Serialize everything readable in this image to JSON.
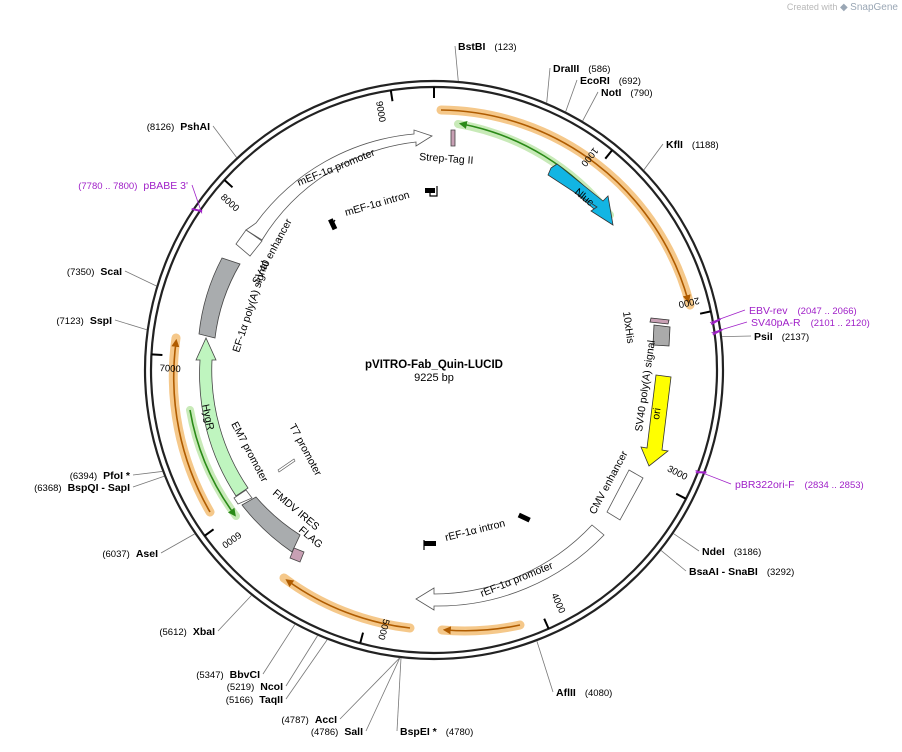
{
  "credit": {
    "prefix": "Created with",
    "brand": "SnapGene"
  },
  "plasmid": {
    "name": "pVITRO-Fab_Quin-LUCID",
    "length_label": "9225 bp",
    "length": 9225
  },
  "ticks": [
    {
      "pos": 1000,
      "label": "1000"
    },
    {
      "pos": 2000,
      "label": "2000"
    },
    {
      "pos": 3000,
      "label": "3000"
    },
    {
      "pos": 4000,
      "label": "4000"
    },
    {
      "pos": 5000,
      "label": "5000"
    },
    {
      "pos": 6000,
      "label": "6000"
    },
    {
      "pos": 7000,
      "label": "7000"
    },
    {
      "pos": 8000,
      "label": "8000"
    },
    {
      "pos": 9000,
      "label": "9000"
    }
  ],
  "sites": [
    {
      "id": "bstbi",
      "name": "BstBI",
      "pos": 123,
      "pos_label": "(123)",
      "side": "right"
    },
    {
      "id": "draiii",
      "name": "DraIII",
      "pos": 586,
      "pos_label": "(586)",
      "side": "right"
    },
    {
      "id": "ecori",
      "name": "EcoRI",
      "pos": 692,
      "pos_label": "(692)",
      "side": "right"
    },
    {
      "id": "noti",
      "name": "NotI",
      "pos": 790,
      "pos_label": "(790)",
      "side": "right"
    },
    {
      "id": "kfli",
      "name": "KflI",
      "pos": 1188,
      "pos_label": "(1188)",
      "side": "right"
    },
    {
      "id": "psii",
      "name": "PsiI",
      "pos": 2137,
      "pos_label": "(2137)",
      "side": "right"
    },
    {
      "id": "ndei",
      "name": "NdeI",
      "pos": 3186,
      "pos_label": "(3186)",
      "side": "right"
    },
    {
      "id": "bsaai",
      "name": "BsaAI  - SnaBI",
      "pos": 3292,
      "pos_label": "(3292)",
      "side": "right"
    },
    {
      "id": "aflii",
      "name": "AflII",
      "pos": 4080,
      "pos_label": "(4080)",
      "side": "right"
    },
    {
      "id": "bspei",
      "name": "BspEI *",
      "pos": 4780,
      "pos_label": "(4780)",
      "side": "right"
    },
    {
      "id": "sali",
      "name": "SalI",
      "pos": 4786,
      "pos_label": "(4786)",
      "side": "left"
    },
    {
      "id": "acci",
      "name": "AccI",
      "pos": 4787,
      "pos_label": "(4787)",
      "side": "left"
    },
    {
      "id": "taqii",
      "name": "TaqII",
      "pos": 5166,
      "pos_label": "(5166)",
      "side": "left"
    },
    {
      "id": "ncoi",
      "name": "NcoI",
      "pos": 5219,
      "pos_label": "(5219)",
      "side": "left"
    },
    {
      "id": "bbvci",
      "name": "BbvCI",
      "pos": 5347,
      "pos_label": "(5347)",
      "side": "left"
    },
    {
      "id": "xbai",
      "name": "XbaI",
      "pos": 5612,
      "pos_label": "(5612)",
      "side": "left"
    },
    {
      "id": "asei",
      "name": "AseI",
      "pos": 6037,
      "pos_label": "(6037)",
      "side": "left"
    },
    {
      "id": "bspqi",
      "name": "BspQI   - SapI",
      "pos": 6368,
      "pos_label": "(6368)",
      "side": "left"
    },
    {
      "id": "pfoi",
      "name": "PfoI *",
      "pos": 6394,
      "pos_label": "(6394)",
      "side": "left"
    },
    {
      "id": "sspi",
      "name": "SspI",
      "pos": 7123,
      "pos_label": "(7123)",
      "side": "left"
    },
    {
      "id": "scai",
      "name": "ScaI",
      "pos": 7350,
      "pos_label": "(7350)",
      "side": "left"
    },
    {
      "id": "pshai",
      "name": "PshAI",
      "pos": 8126,
      "pos_label": "(8126)",
      "side": "left"
    }
  ],
  "primers": [
    {
      "id": "ebv-rev",
      "name": "EBV-rev",
      "range_label": "(2047 .. 2066)",
      "start": 2047,
      "end": 2066,
      "side": "right"
    },
    {
      "id": "sv40pa-r",
      "name": "SV40pA-R",
      "range_label": "(2101 .. 2120)",
      "start": 2101,
      "end": 2120,
      "side": "right"
    },
    {
      "id": "pbr322ori-f",
      "name": "pBR322ori-F",
      "range_label": "(2834 .. 2853)",
      "start": 2834,
      "end": 2853,
      "side": "right"
    },
    {
      "id": "pbabe3",
      "name": "pBABE 3'",
      "range_label": "(7780 .. 7800)",
      "start": 7780,
      "end": 7800,
      "side": "left"
    }
  ],
  "features": [
    {
      "id": "nluc",
      "label": "Nluc",
      "color": "#12b5e3"
    },
    {
      "id": "ori",
      "label": "ori",
      "color": "#ffff00"
    },
    {
      "id": "hygr",
      "label": "HygR",
      "color": "#bff5bf"
    },
    {
      "id": "sv40-pa",
      "label": "SV40 poly(A) signal",
      "color": "#999999"
    },
    {
      "id": "ef1a-pa",
      "label": "EF-1α poly(A) signal",
      "color": "#999999"
    },
    {
      "id": "fmdv-ires",
      "label": "FMDV IRES",
      "color": "#999999"
    },
    {
      "id": "strep-tag",
      "label": "Strep-Tag II",
      "color": "#c8a0b4"
    },
    {
      "id": "his-tag",
      "label": "10xHis",
      "color": "#c8a0b4"
    },
    {
      "id": "flag",
      "label": "FLAG",
      "color": "#c8a0b4"
    },
    {
      "id": "mef1a-promoter",
      "label": "mEF-1α promoter",
      "color": "#ffffff"
    },
    {
      "id": "sv40-enhancer",
      "label": "SV40 enhancer",
      "color": "#ffffff"
    },
    {
      "id": "cmv-enhancer",
      "label": "CMV enhancer",
      "color": "#ffffff"
    },
    {
      "id": "ref1a-promoter",
      "label": "rEF-1α promoter",
      "color": "#ffffff"
    },
    {
      "id": "em7-promoter",
      "label": "EM7 promoter",
      "color": "#ffffff"
    },
    {
      "id": "t7-promoter",
      "label": "T7 promoter",
      "color": "#ffffff"
    },
    {
      "id": "mef1a-intron",
      "label": "mEF-1α intron",
      "color": "#000000"
    },
    {
      "id": "ref1a-intron",
      "label": "rEF-1α intron",
      "color": "#000000"
    }
  ]
}
